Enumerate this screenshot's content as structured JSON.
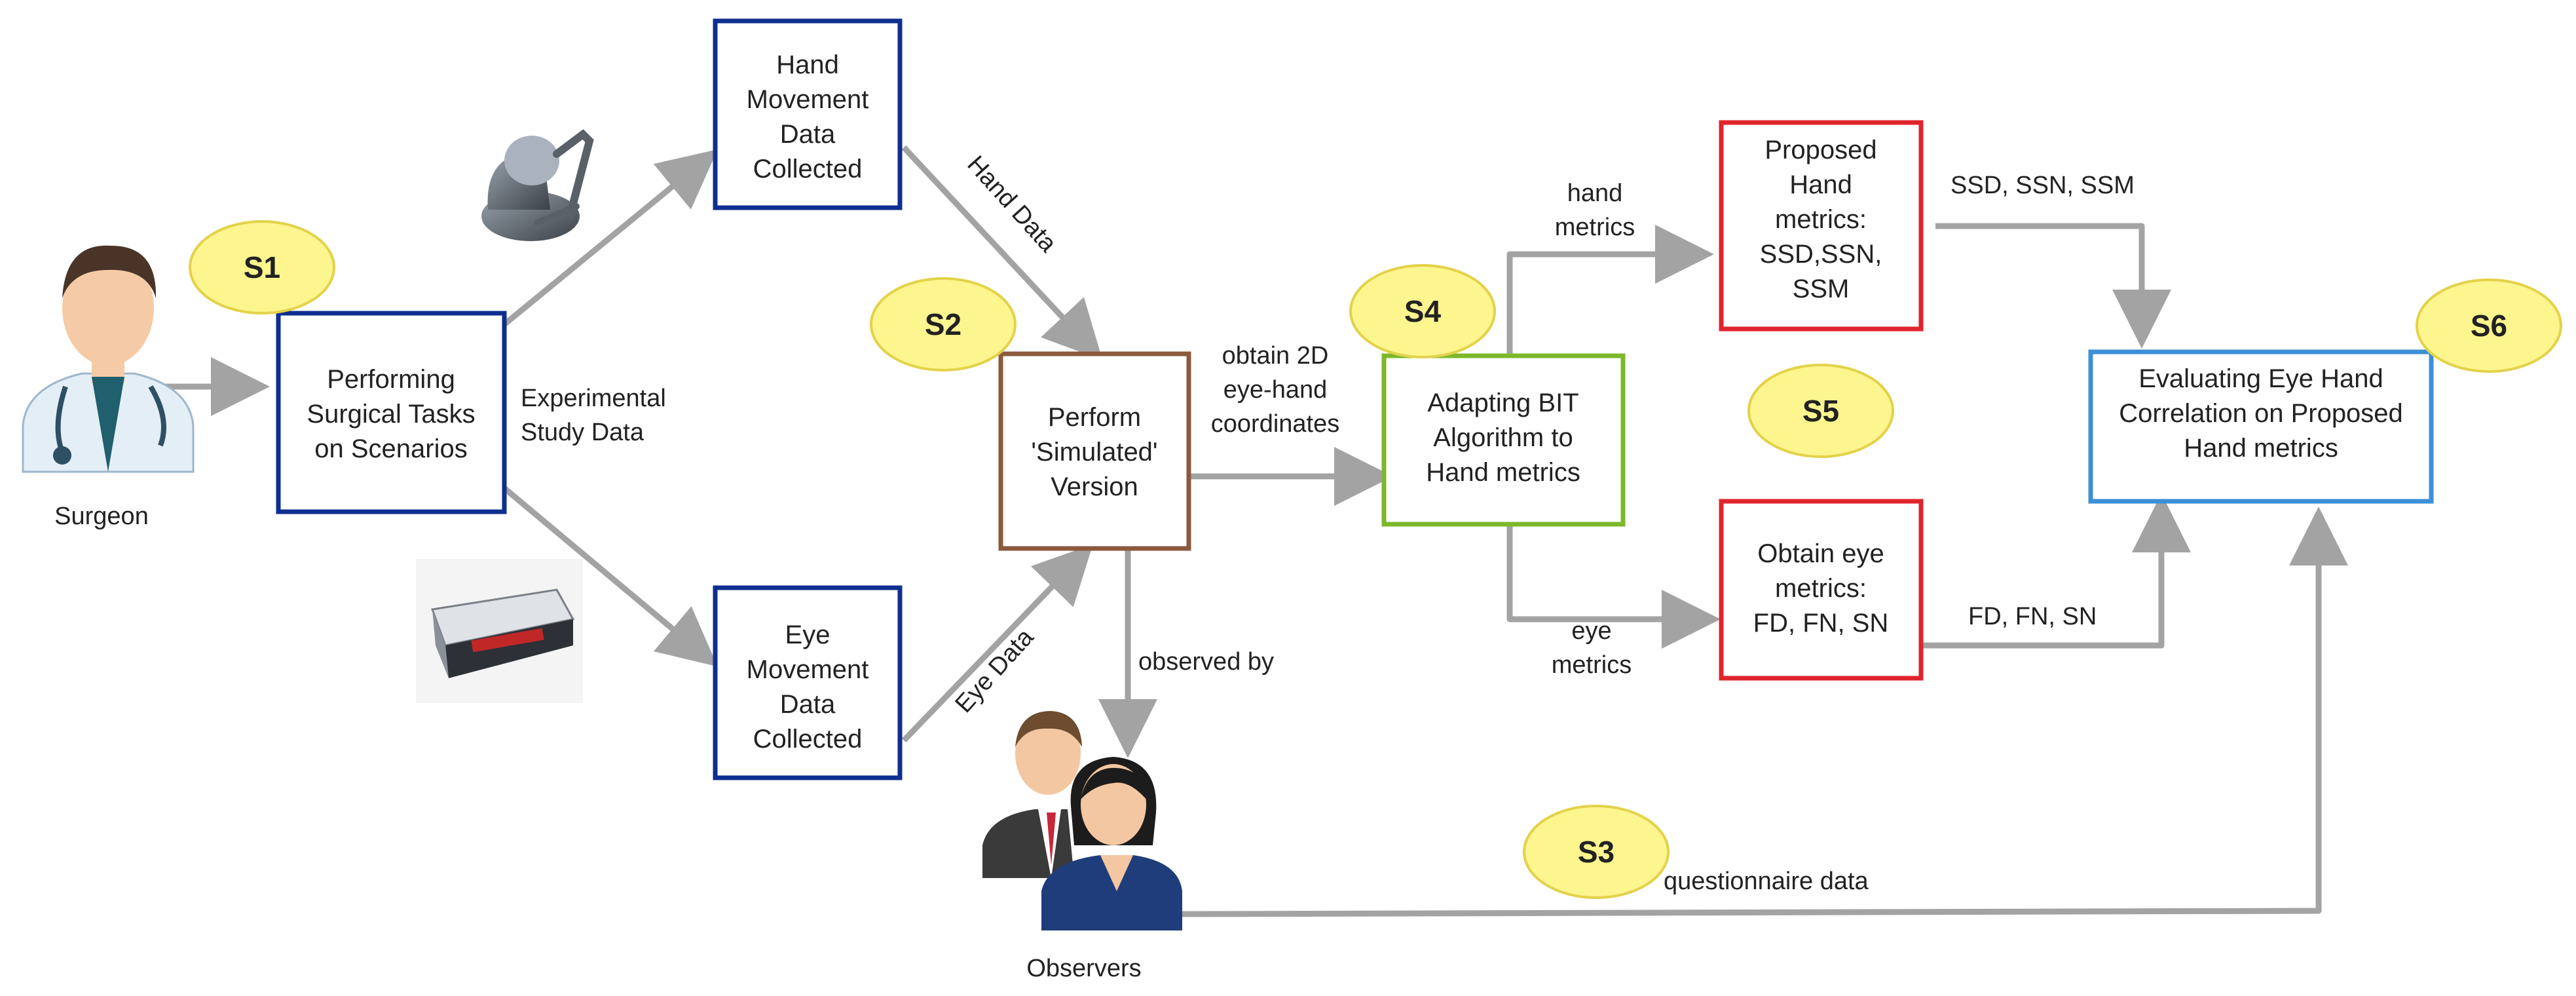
{
  "colors": {
    "arrow": "#a3a3a3",
    "navy": "#0e2f8f",
    "brown": "#8b5a3c",
    "green": "#7cb82a",
    "red": "#e0242d",
    "blue": "#3d8fd6",
    "step_fill": "#fdf58e",
    "step_stroke": "#e3d24a"
  },
  "boxes": {
    "hand_data": [
      "Hand",
      "Movement",
      "Data",
      "Collected"
    ],
    "perform_tasks": [
      "Performing",
      "Surgical Tasks",
      "on Scenarios"
    ],
    "eye_data": [
      "Eye",
      "Movement",
      "Data",
      "Collected"
    ],
    "simulated": [
      "Perform",
      "'Simulated'",
      "Version"
    ],
    "bit": [
      "Adapting BIT",
      "Algorithm to",
      "Hand metrics"
    ],
    "hand_metrics": [
      "Proposed",
      "Hand",
      "metrics:",
      "SSD,SSN,",
      "SSM"
    ],
    "eye_metrics": [
      "Obtain eye",
      "metrics:",
      "FD, FN, SN"
    ],
    "evaluate": [
      "Evaluating Eye Hand",
      "Correlation on Proposed",
      "Hand metrics"
    ]
  },
  "steps": [
    "S1",
    "S2",
    "S3",
    "S4",
    "S5",
    "S6"
  ],
  "labels": {
    "surgeon": "Surgeon",
    "observers": "Observers",
    "experimental": [
      "Experimental",
      "Study Data"
    ],
    "hand_data": "Hand Data",
    "eye_data": "Eye Data",
    "obtain2d": [
      "obtain 2D",
      "eye-hand",
      "coordinates"
    ],
    "observed_by": "observed by",
    "hand_metrics": [
      "hand",
      "metrics"
    ],
    "eye_metrics": [
      "eye",
      "metrics"
    ],
    "ssd": "SSD, SSN, SSM",
    "fd": "FD, FN, SN",
    "questionnaire": "questionnaire data"
  },
  "icons": [
    "surgeon-icon",
    "haptic-device-icon",
    "eye-tracker-icon",
    "observers-icon"
  ]
}
